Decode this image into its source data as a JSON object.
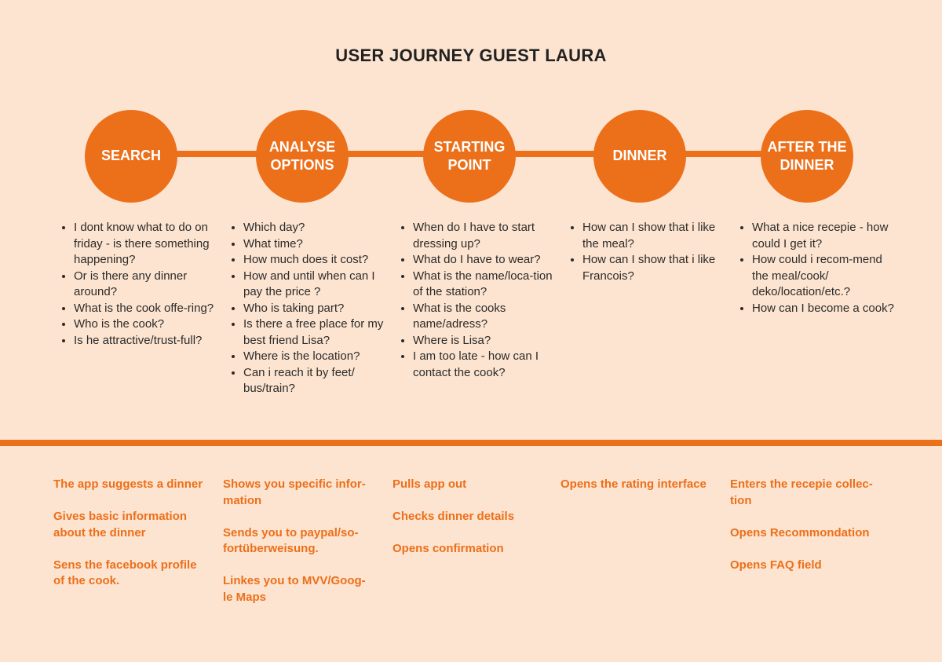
{
  "title": "USER JOURNEY GUEST LAURA",
  "stages": [
    {
      "label": "SEARCH"
    },
    {
      "label": "ANALYSE\nOPTIONS"
    },
    {
      "label": "STARTING\nPOINT"
    },
    {
      "label": "DINNER"
    },
    {
      "label": "AFTER THE\nDINNER"
    }
  ],
  "questions": [
    [
      "I dont know what to do on friday - is there something happening?",
      "Or is there any dinner around?",
      "What is the cook offe-ring?",
      "Who is the cook?",
      "Is he attractive/trust-full?"
    ],
    [
      "Which day?",
      "What time?",
      "How much does it cost?",
      "How and until when can I pay the price ?",
      "Who is taking part?",
      "Is there a free place for my best friend Lisa?",
      "Where is the location?",
      "Can i reach it by feet/ bus/train?"
    ],
    [
      "When do I have to start dressing up?",
      "What do I have to wear?",
      "What is the name/loca-tion of the station?",
      "What is the cooks name/adress?",
      "Where is Lisa?",
      "I am too late - how can I contact the cook?"
    ],
    [
      "How can I show that i like the meal?",
      "How can I show that i like Francois?"
    ],
    [
      "What a nice recepie - how could I get it?",
      "How could i recom-mend the meal/cook/ deko/location/etc.?",
      "How can I become a cook?"
    ]
  ],
  "actions": [
    [
      "The app suggests a dinner",
      "Gives basic information\nabout the dinner",
      "Sens the facebook profile\nof the cook."
    ],
    [
      "Shows you specific infor-\nmation",
      "Sends you to paypal/so-\nfortüberweisung.",
      "Linkes you to MVV/Goog-\nle Maps"
    ],
    [
      "Pulls app out",
      "Checks dinner details",
      "Opens confirmation"
    ],
    [
      "Opens the rating interface"
    ],
    [
      "Enters the recepie collec-\ntion",
      "Opens Recommondation",
      "Opens FAQ field"
    ]
  ],
  "colors": {
    "accent": "#ec6f1a",
    "background": "#fde4d0"
  }
}
